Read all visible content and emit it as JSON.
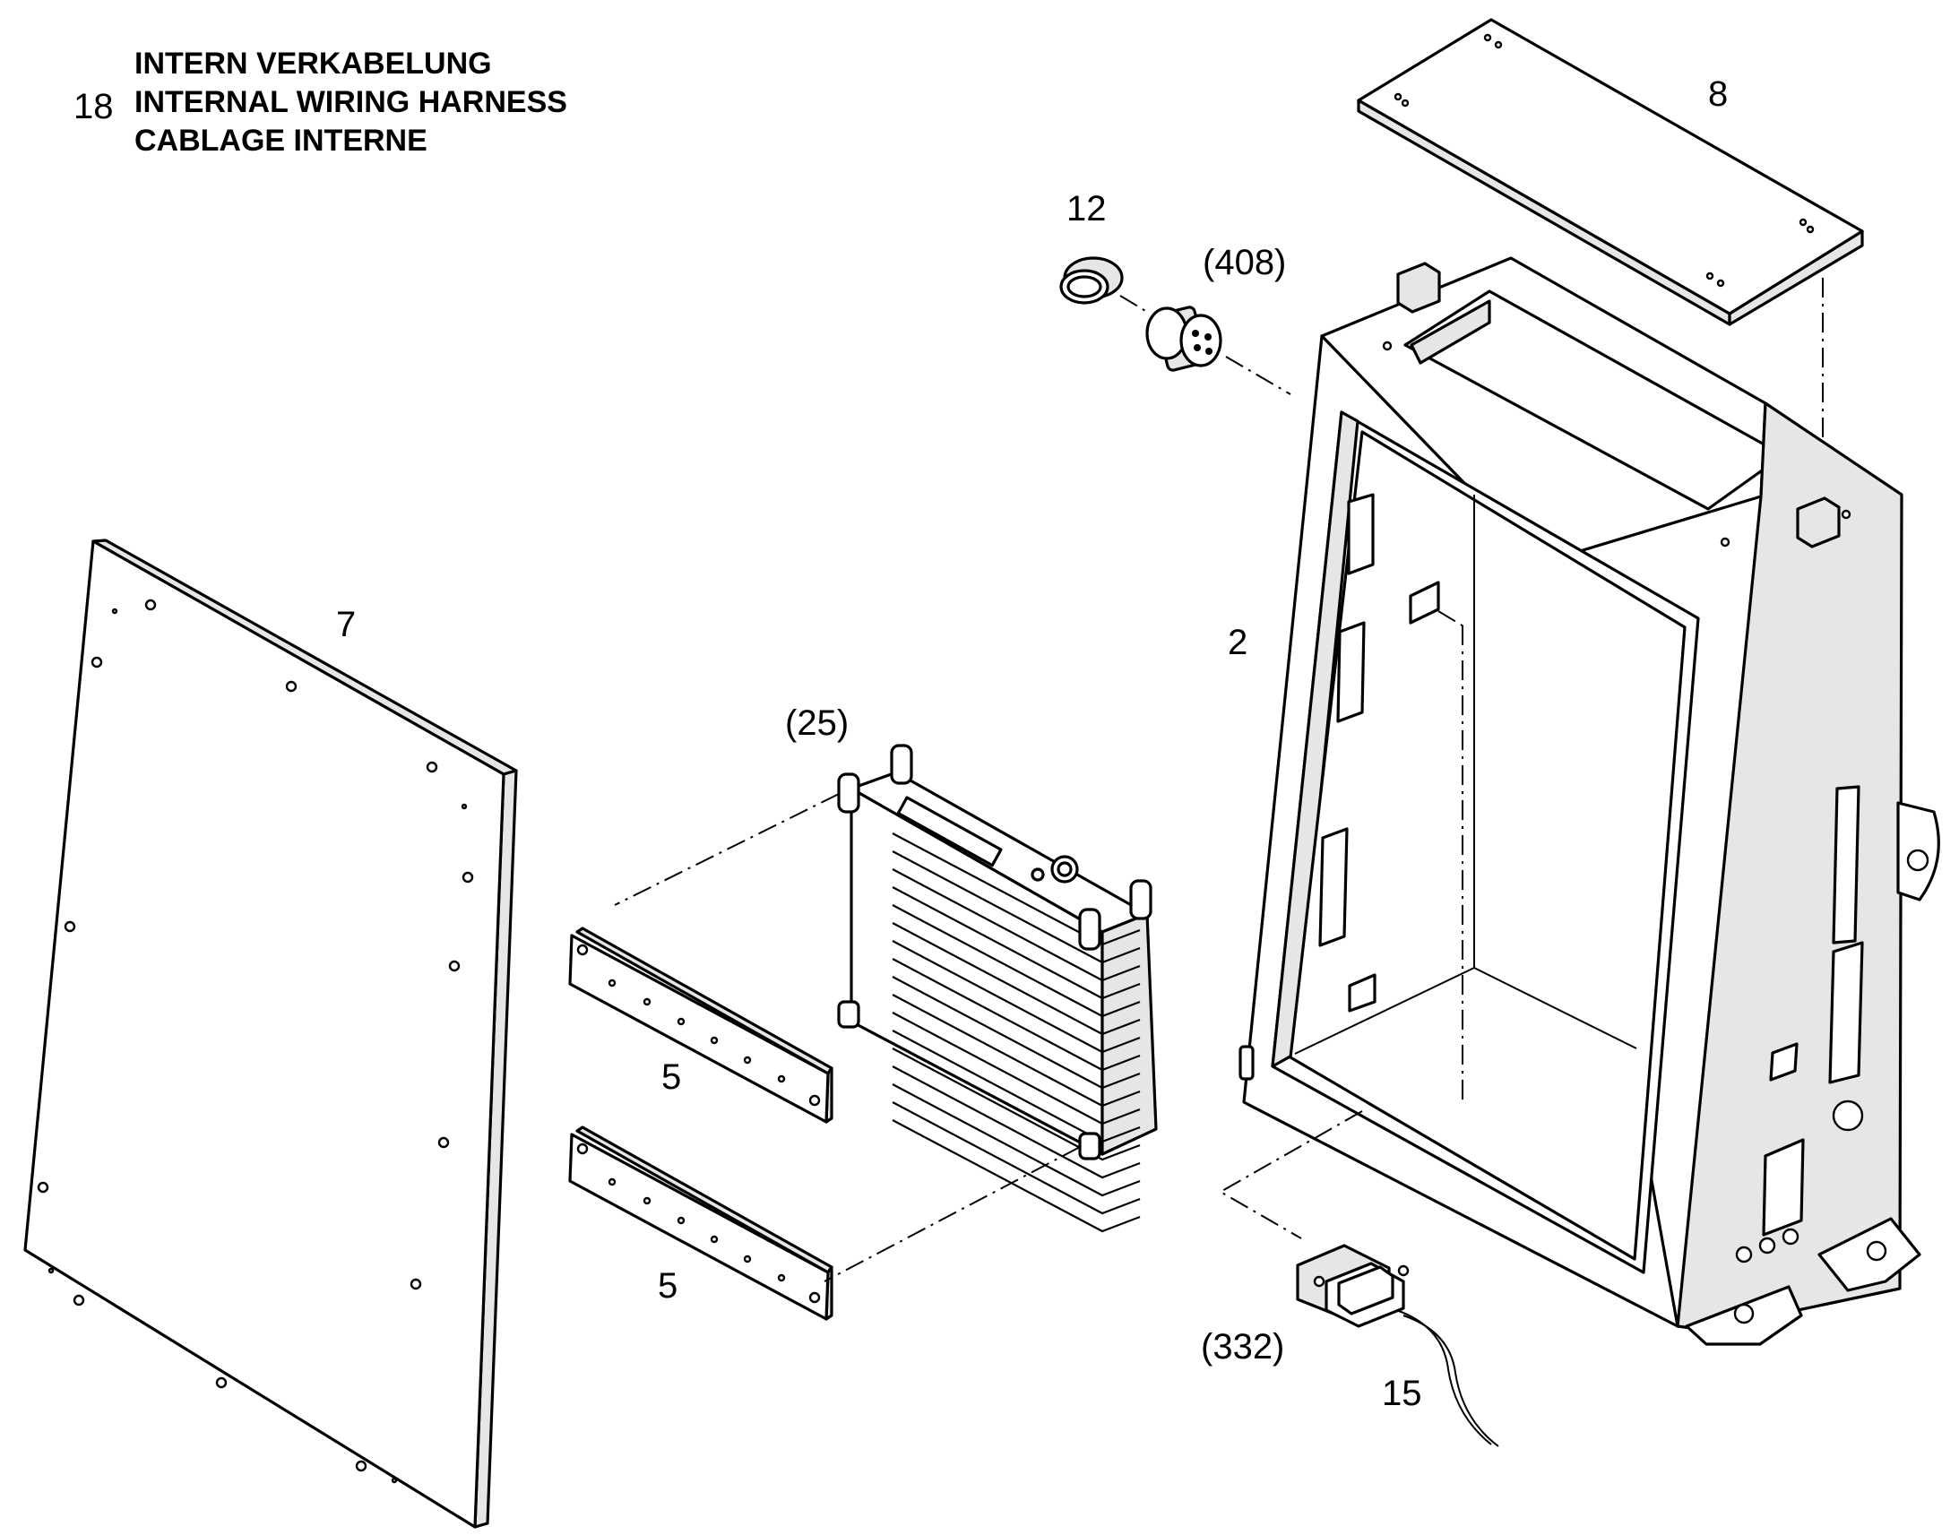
{
  "header": {
    "number": "18",
    "lines": [
      "INTERN VERKABELUNG",
      "INTERNAL WIRING HARNESS",
      "CABLAGE INTERNE"
    ]
  },
  "callouts": {
    "top_cover": "8",
    "connector_cap": "12",
    "circular_connector": "(408)",
    "side_panel": "7",
    "housing": "2",
    "module": "(25)",
    "bracket_upper": "5",
    "bracket_lower": "5",
    "sub_d_connector": "(332)",
    "cable": "15"
  }
}
